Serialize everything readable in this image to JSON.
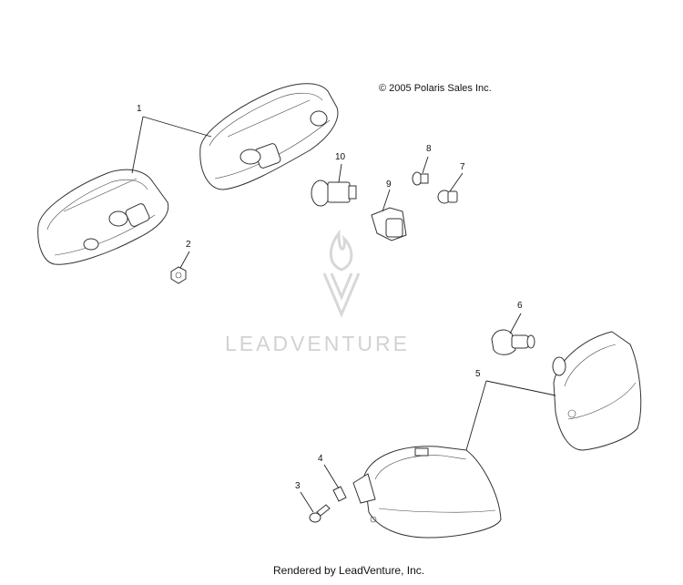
{
  "copyright": "© 2005 Polaris Sales Inc.",
  "footer": "Rendered by LeadVenture, Inc.",
  "watermark": "LEADVENTURE",
  "callouts": {
    "c1": "1",
    "c2": "2",
    "c3": "3",
    "c4": "4",
    "c5": "5",
    "c6": "6",
    "c7": "7",
    "c8": "8",
    "c9": "9",
    "c10": "10"
  },
  "colors": {
    "line": "#222222",
    "watermark": "#d2d2d2"
  }
}
